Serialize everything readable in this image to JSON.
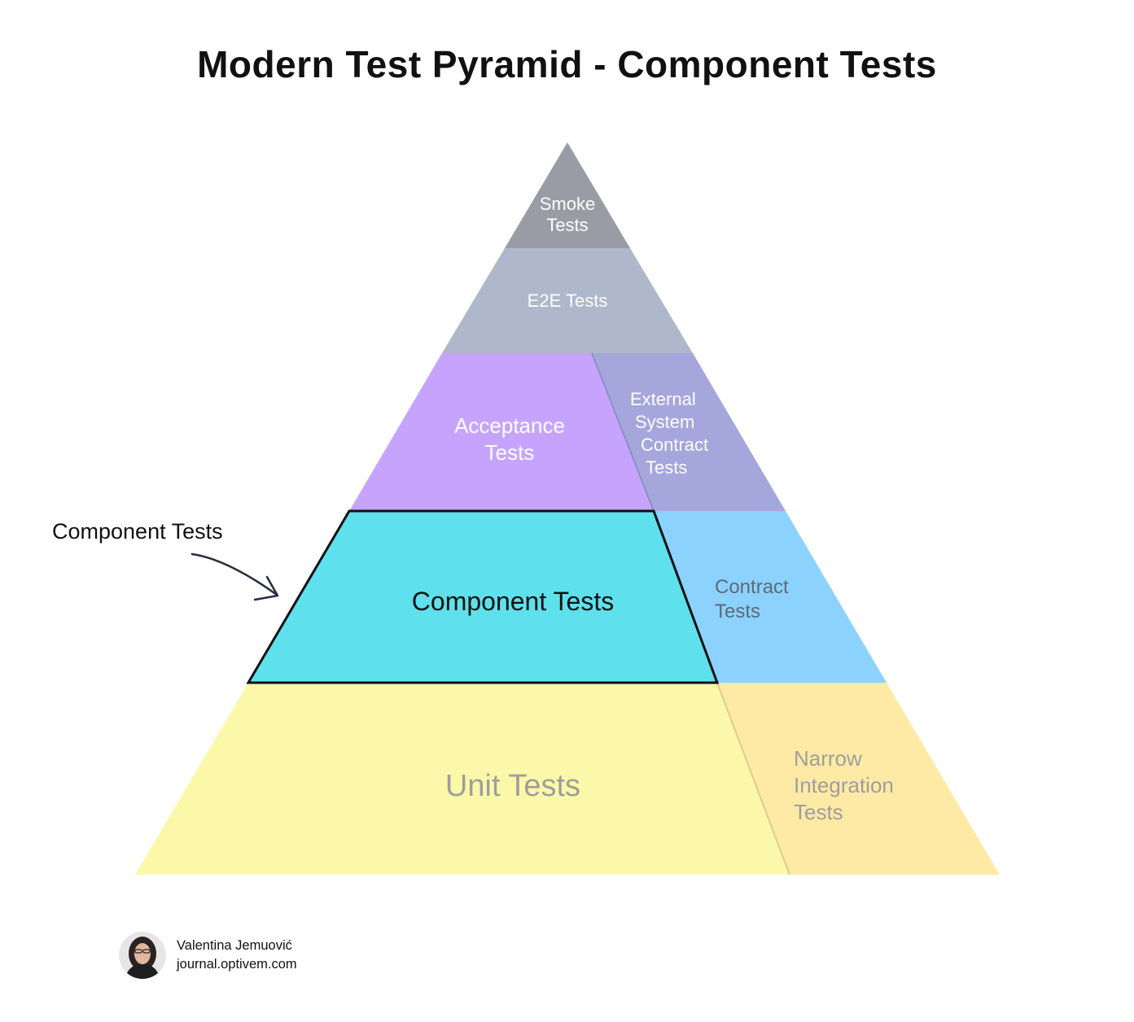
{
  "title": "Modern Test Pyramid - Component Tests",
  "layers": {
    "smoke": {
      "line1": "Smoke",
      "line2": "Tests",
      "color": "#9a9ca5"
    },
    "e2e": {
      "label": "E2E Tests",
      "color": "#afb7ca"
    },
    "acceptance": {
      "line1": "Acceptance",
      "line2": "Tests",
      "color": "#c6a4fd"
    },
    "external": {
      "line1": "External",
      "line2": "System",
      "line3": "Contract",
      "line4": "Tests",
      "color": "#a4a6dc"
    },
    "component": {
      "label": "Component Tests",
      "color": "#5ee1ec"
    },
    "contract": {
      "line1": "Contract",
      "line2": "Tests",
      "color": "#8bd2fe"
    },
    "unit": {
      "label": "Unit Tests",
      "color": "#fcf8a9"
    },
    "narrow": {
      "line1": "Narrow",
      "line2": "Integration",
      "line3": "Tests",
      "color": "#feeaa5"
    }
  },
  "callout": {
    "label": "Component Tests"
  },
  "author": {
    "name": "Valentina Jemuović",
    "site": "journal.optivem.com"
  }
}
